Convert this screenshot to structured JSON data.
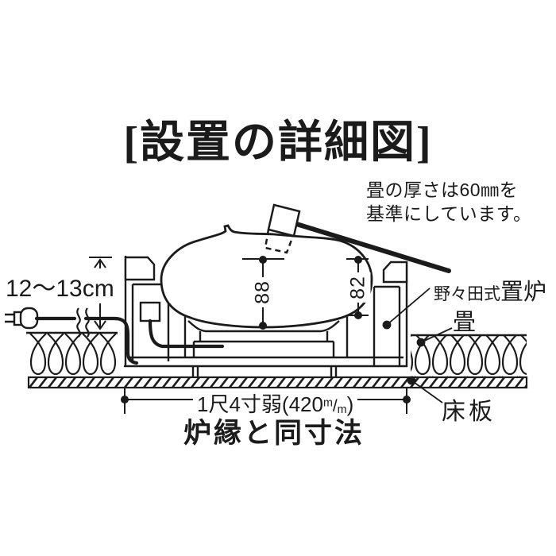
{
  "title": "[設置の詳細図]",
  "note": {
    "line1": "畳の厚さは60㎜を",
    "line2": "基準にしています。"
  },
  "dimensions": {
    "height_above_tatami": "12～13cm",
    "kettle_height": "88",
    "right_height": "82",
    "width_label_prefix": "1尺4寸弱(420",
    "width_label_mm_top": "m",
    "width_label_mm_slash": "/",
    "width_label_mm_bottom": "m",
    "width_label_suffix": ")",
    "width_note": "炉縁と同寸法"
  },
  "labels": {
    "maker_prefix": "野々田式",
    "maker_main": "置炉",
    "tatami": "畳",
    "floor_board": "床板"
  },
  "colors": {
    "ink": "#1b1b1b",
    "background": "#ffffff"
  }
}
